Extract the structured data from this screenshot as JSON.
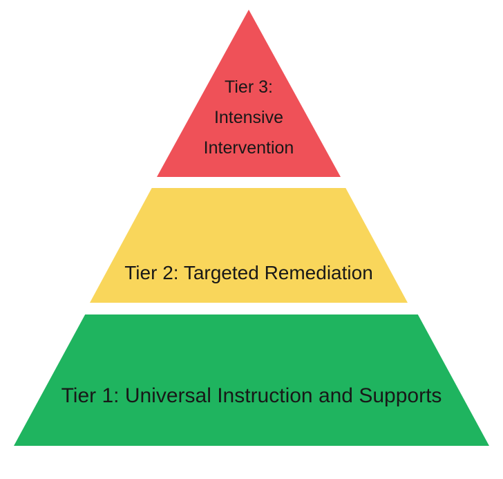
{
  "diagram": {
    "type": "pyramid",
    "background": "#ffffff",
    "text_color": "#181818",
    "tiers": [
      {
        "id": "tier-3",
        "color": "#ef5158",
        "label": "Tier 3: Intensive Intervention",
        "lines": [
          "Tier 3:",
          "Intensive",
          "Intervention"
        ]
      },
      {
        "id": "tier-2",
        "color": "#f9d65b",
        "label": "Tier 2: Targeted Remediation"
      },
      {
        "id": "tier-1",
        "color": "#1fb45f",
        "label": "Tier 1: Universal Instruction and Supports"
      }
    ]
  }
}
